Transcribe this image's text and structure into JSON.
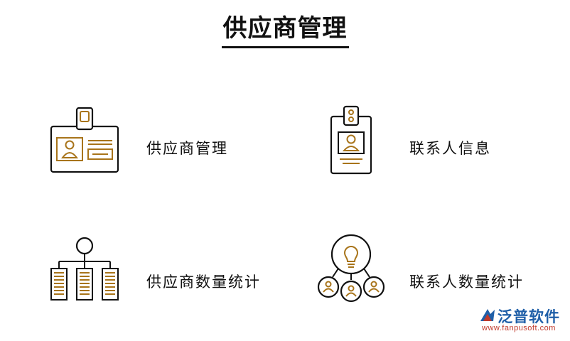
{
  "title": "供应商管理",
  "items": [
    {
      "label": "供应商管理",
      "icon": "id-badge-icon"
    },
    {
      "label": "联系人信息",
      "icon": "vertical-badge-icon"
    },
    {
      "label": "供应商数量统计",
      "icon": "hierarchy-documents-icon"
    },
    {
      "label": "联系人数量统计",
      "icon": "idea-network-icon"
    }
  ],
  "logo": {
    "name": "泛普软件",
    "url": "www.fanpusoft.com"
  },
  "colors": {
    "accent": "#a8741a",
    "stroke": "#111111",
    "logo_blue": "#1f5fa8",
    "logo_red": "#c0392b"
  }
}
